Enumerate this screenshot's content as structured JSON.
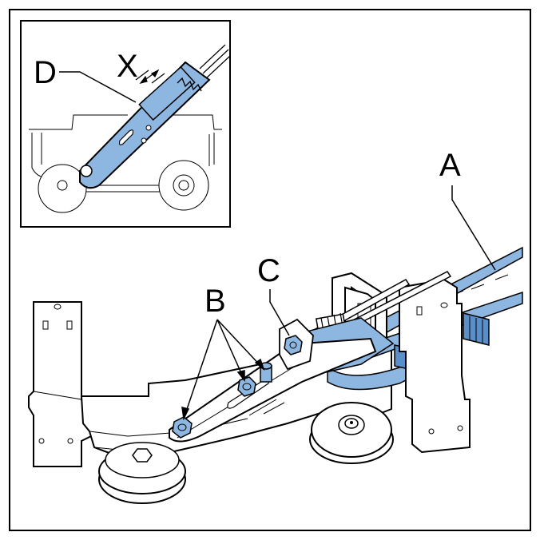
{
  "figure": {
    "labels": {
      "a": "A",
      "b": "B",
      "c": "C",
      "d": "D",
      "x": "X"
    },
    "colors": {
      "highlight_blue": "#8db6e0",
      "highlight_blue_dark": "#5b8fc9",
      "line": "#000000",
      "background": "#ffffff"
    }
  }
}
